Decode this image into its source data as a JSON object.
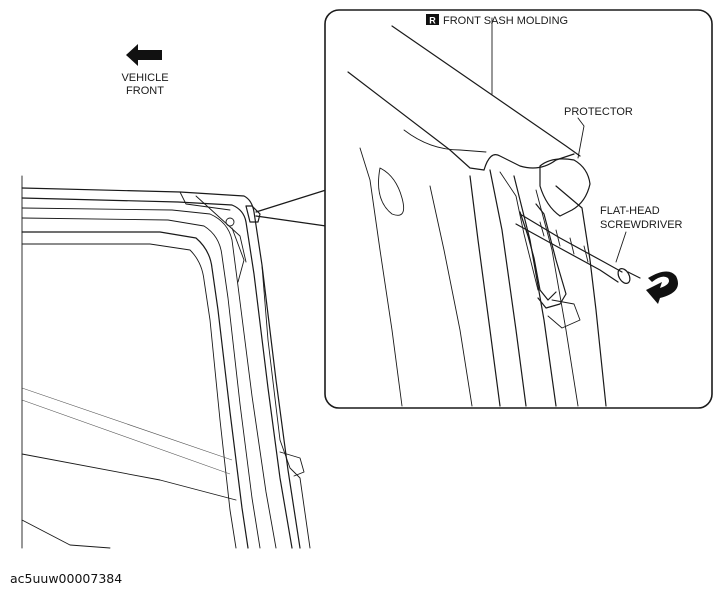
{
  "labels": {
    "vehicle_front_line1": "VEHICLE",
    "vehicle_front_line2": "FRONT",
    "section_badge": "R",
    "front_sash_molding": "FRONT SASH MOLDING",
    "protector": "PROTECTOR",
    "flat_head_line1": "FLAT-HEAD",
    "flat_head_line2": "SCREWDRIVER"
  },
  "figure_id": "ac5uuw00007384"
}
